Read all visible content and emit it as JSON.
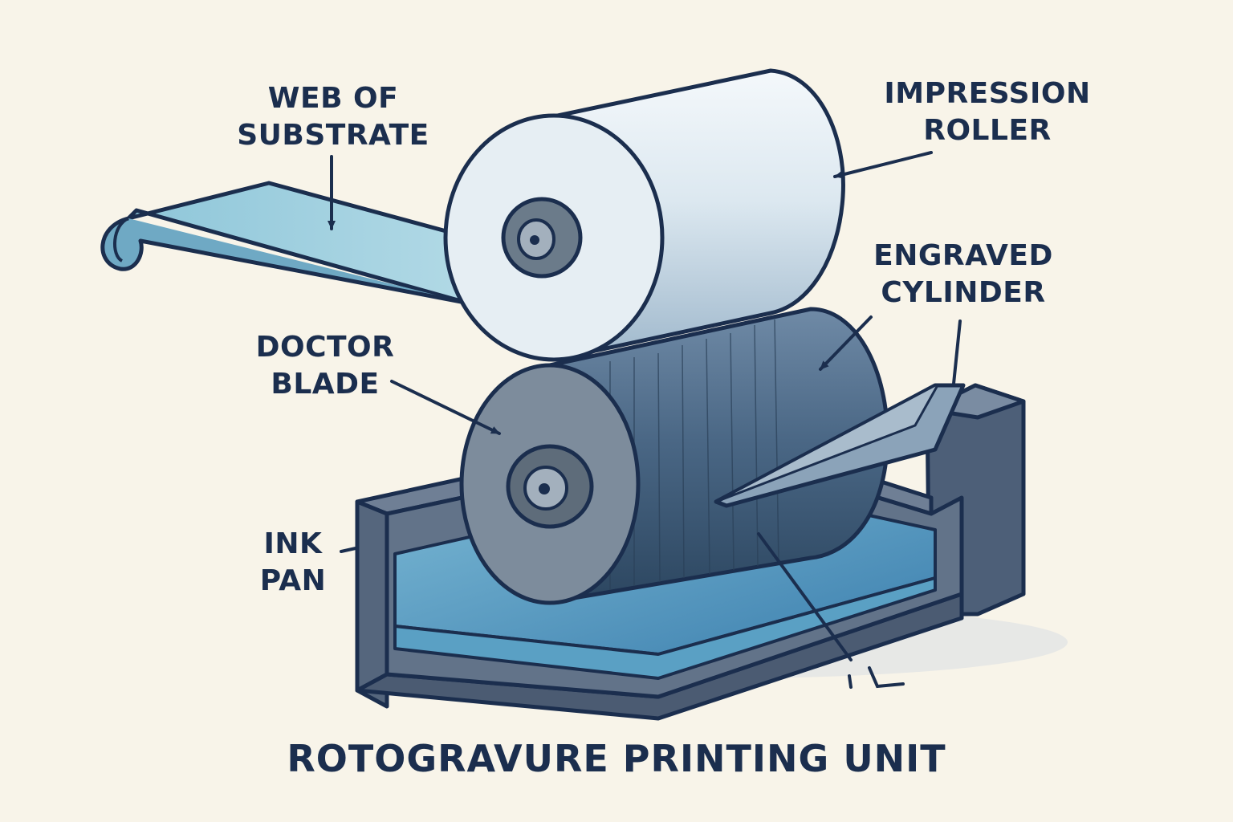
{
  "title": "ROTOGRAVURE PRINTING UNIT",
  "labels": {
    "web": [
      "WEB OF",
      "SUBSTRATE"
    ],
    "impression": [
      "IMPRESSION",
      "ROLLER"
    ],
    "engraved": [
      "ENGRAVED",
      "CYLINDER"
    ],
    "doctor": [
      "DOCTOR",
      "BLADE"
    ],
    "ink": [
      "INK",
      "PAN"
    ]
  },
  "colors": {
    "background": "#f8f4e9",
    "outline": "#1b2e4e",
    "text": "#1b2e4e",
    "web": "#9ccfe0",
    "impression_roller": "#dde9f1",
    "engraved_cylinder": "#3e5b78",
    "doctor_blade": "#8ba3b9",
    "ink": "#3c88b8",
    "pan": "#5d6c80"
  }
}
